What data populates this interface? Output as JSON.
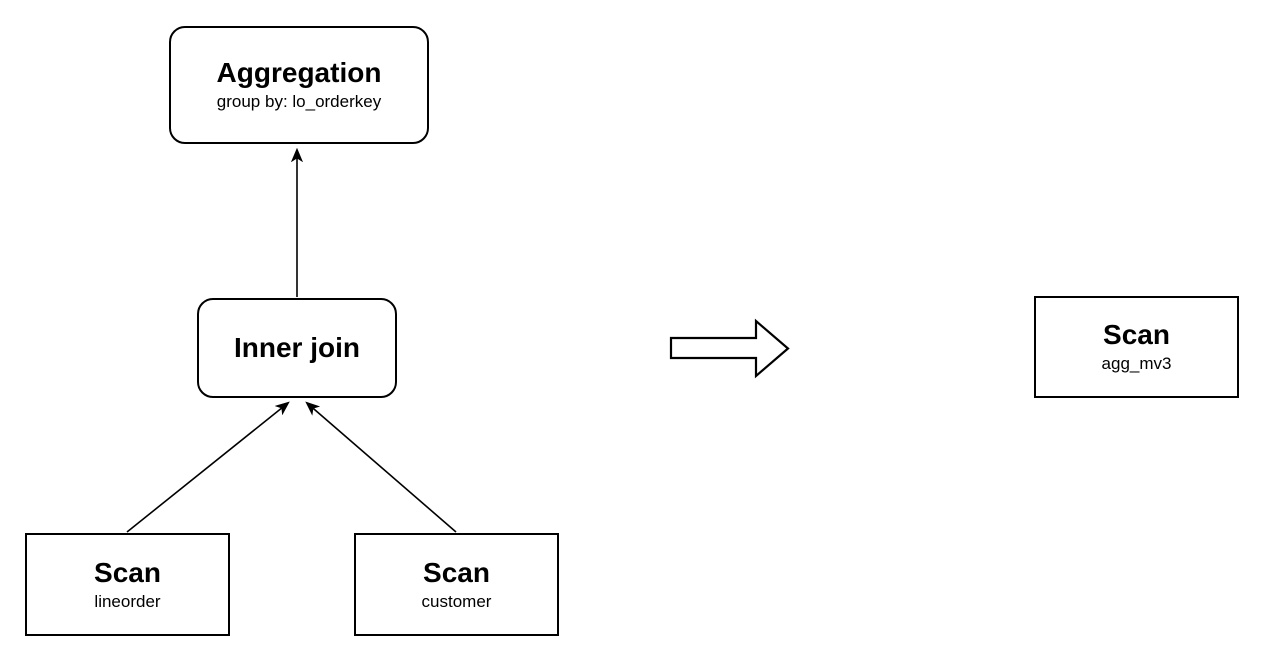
{
  "diagram": {
    "description": "Query plan rewrite: join plan replaced by materialized view scan",
    "colors": {
      "stroke": "#000000",
      "node_fill": "#ffffff",
      "background": "#ffffff"
    },
    "nodes": {
      "aggregation": {
        "title": "Aggregation",
        "subtitle": "group by: lo_orderkey"
      },
      "inner_join": {
        "title": "Inner join"
      },
      "scan_lineorder": {
        "title": "Scan",
        "subtitle": "lineorder"
      },
      "scan_customer": {
        "title": "Scan",
        "subtitle": "customer"
      },
      "scan_agg_mv3": {
        "title": "Scan",
        "subtitle": "agg_mv3"
      }
    },
    "edges": [
      {
        "from": "inner_join",
        "to": "aggregation"
      },
      {
        "from": "scan_lineorder",
        "to": "inner_join"
      },
      {
        "from": "scan_customer",
        "to": "inner_join"
      }
    ],
    "transform_arrow": {
      "direction": "right"
    }
  }
}
